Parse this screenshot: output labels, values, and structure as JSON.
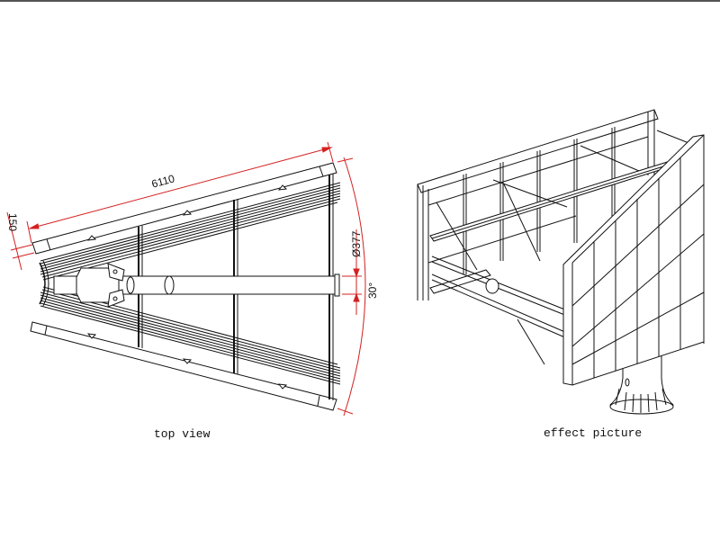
{
  "top_view": {
    "caption": "top view",
    "dimensions": {
      "length": "6110",
      "thickness": "150",
      "diameter": "Ø377",
      "angle": "30°"
    }
  },
  "effect_picture": {
    "caption": "effect picture"
  },
  "colors": {
    "line": "#111111",
    "dimension": "#d42020",
    "background": "#ffffff"
  }
}
